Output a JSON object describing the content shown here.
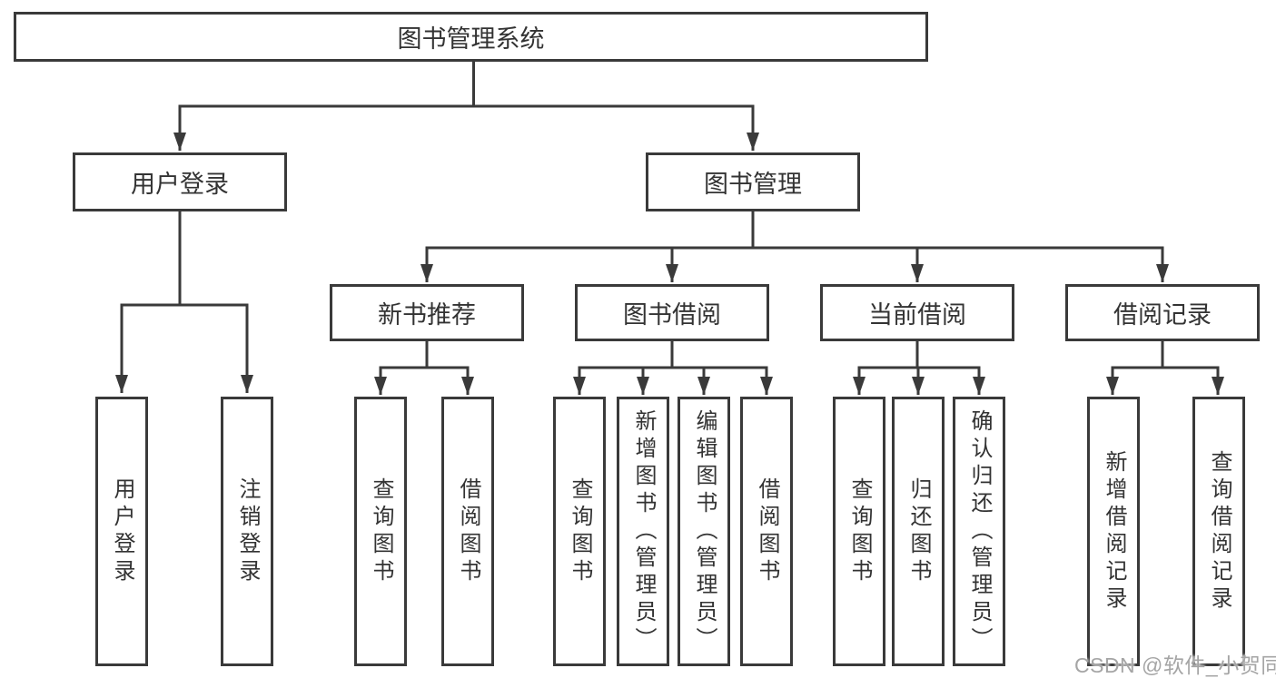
{
  "diagram": {
    "root": {
      "label": "图书管理系统"
    },
    "branches": [
      {
        "label": "用户登录",
        "children": [
          {
            "label": "用户登录"
          },
          {
            "label": "注销登录"
          }
        ]
      },
      {
        "label": "图书管理",
        "groups": [
          {
            "label": "新书推荐",
            "children": [
              {
                "label": "查询图书"
              },
              {
                "label": "借阅图书"
              }
            ]
          },
          {
            "label": "图书借阅",
            "children": [
              {
                "label": "查询图书"
              },
              {
                "label": "新增图书（管理员）"
              },
              {
                "label": "编辑图书（管理员）"
              },
              {
                "label": "借阅图书"
              }
            ]
          },
          {
            "label": "当前借阅",
            "children": [
              {
                "label": "查询图书"
              },
              {
                "label": "归还图书"
              },
              {
                "label": "确认归还（管理员）"
              }
            ]
          },
          {
            "label": "借阅记录",
            "children": [
              {
                "label": "新增借阅记录"
              },
              {
                "label": "查询借阅记录"
              }
            ]
          }
        ]
      }
    ]
  },
  "watermark": {
    "text": "CSDN @软件_小贺同学"
  },
  "colors": {
    "line": "#3a3a3a",
    "text": "#333333",
    "watermark": "#a5a5a5",
    "background": "#ffffff"
  }
}
